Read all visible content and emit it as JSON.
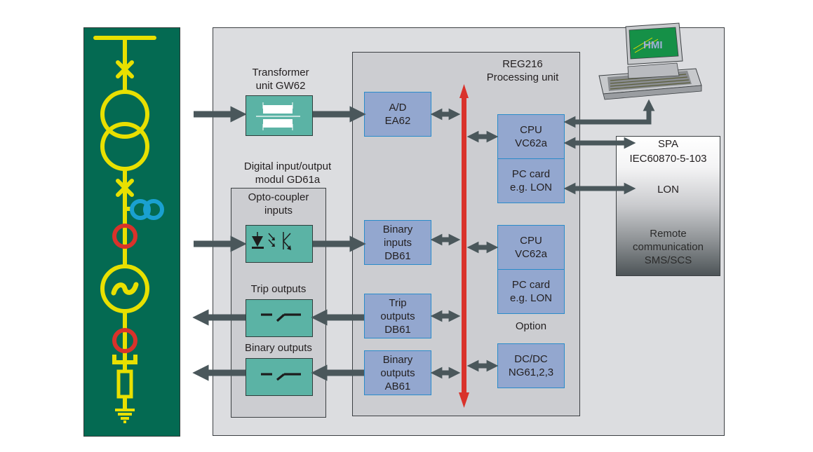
{
  "diagram": {
    "transformer_unit": {
      "title": "Transformer unit GW62",
      "line1": "Transformer",
      "line2": "unit GW62"
    },
    "digital_io_module": {
      "line1": "Digital input/output",
      "line2": "modul GD61a"
    },
    "opto_coupler": {
      "line1": "Opto-coupler",
      "line2": "inputs"
    },
    "trip_outputs_label": "Trip outputs",
    "binary_outputs_label": "Binary outputs",
    "processing_unit": {
      "line1": "REG216",
      "line2": "Processing unit"
    },
    "blocks": {
      "ad": {
        "line1": "A/D",
        "line2": "EA62"
      },
      "binary_inputs": {
        "line1": "Binary",
        "line2": "inputs",
        "line3": "DB61"
      },
      "trip_outputs": {
        "line1": "Trip",
        "line2": "outputs",
        "line3": "DB61"
      },
      "binary_outputs": {
        "line1": "Binary",
        "line2": "outputs",
        "line3": "AB61"
      },
      "cpu1": {
        "line1": "CPU",
        "line2": "VC62a"
      },
      "pc_card1": {
        "line1": "PC card",
        "line2": "e.g. LON"
      },
      "cpu2": {
        "line1": "CPU",
        "line2": "VC62a"
      },
      "pc_card2": {
        "line1": "PC card",
        "line2": "e.g. LON"
      },
      "dcdc": {
        "line1": "DC/DC",
        "line2": "NG61,2,3"
      }
    },
    "option_label": "Option",
    "hmi_label": "HMI",
    "remote": {
      "spa": "SPA",
      "iec": "IEC60870-5-103",
      "lon": "LON",
      "line1": "Remote",
      "line2": "communication",
      "line3": "SMS/SCS"
    },
    "colors": {
      "substation_bg": "#046a52",
      "single_line": "#e8e000",
      "ct_red": "#d9322b",
      "vt_blue": "#1aa0d0",
      "teal_module": "#5bb3a5",
      "blue_block": "#93a7cf",
      "bus_arrow": "#d9322b",
      "flow_arrow": "#4a575b"
    }
  }
}
